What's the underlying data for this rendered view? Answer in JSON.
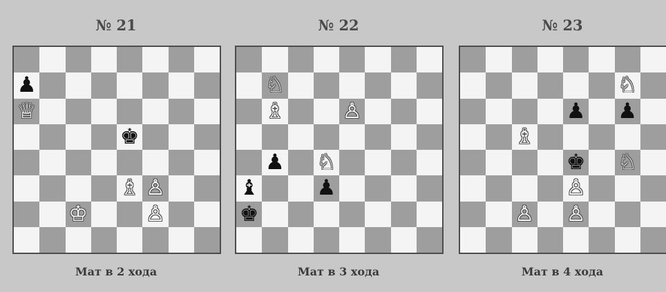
{
  "puzzles": [
    {
      "number": "№ 21",
      "caption": "Мат в 2 хода",
      "pieces": [
        {
          "square": "a7",
          "piece": "black-pawn",
          "glyph": "♟",
          "color": "b"
        },
        {
          "square": "a6",
          "piece": "white-queen",
          "glyph": "♕",
          "color": "w"
        },
        {
          "square": "e5",
          "piece": "black-king",
          "glyph": "♚",
          "color": "b"
        },
        {
          "square": "e3",
          "piece": "white-bishop",
          "glyph": "♗",
          "color": "w"
        },
        {
          "square": "f3",
          "piece": "white-pawn",
          "glyph": "♙",
          "color": "w"
        },
        {
          "square": "c2",
          "piece": "white-king",
          "glyph": "♔",
          "color": "w"
        },
        {
          "square": "f2",
          "piece": "white-pawn",
          "glyph": "♙",
          "color": "w"
        }
      ]
    },
    {
      "number": "№ 22",
      "caption": "Мат в 3 хода",
      "pieces": [
        {
          "square": "b7",
          "piece": "white-knight",
          "glyph": "♘",
          "color": "w"
        },
        {
          "square": "b6",
          "piece": "white-bishop",
          "glyph": "♗",
          "color": "w"
        },
        {
          "square": "e6",
          "piece": "white-pawn",
          "glyph": "♙",
          "color": "w"
        },
        {
          "square": "b4",
          "piece": "black-pawn",
          "glyph": "♟",
          "color": "b"
        },
        {
          "square": "d4",
          "piece": "white-knight",
          "glyph": "♘",
          "color": "w"
        },
        {
          "square": "a3",
          "piece": "black-bishop",
          "glyph": "♝",
          "color": "b"
        },
        {
          "square": "d3",
          "piece": "black-pawn",
          "glyph": "♟",
          "color": "b"
        },
        {
          "square": "a2",
          "piece": "black-king",
          "glyph": "♚",
          "color": "b"
        }
      ]
    },
    {
      "number": "№ 23",
      "caption": "Мат в 4 хода",
      "pieces": [
        {
          "square": "g7",
          "piece": "white-knight",
          "glyph": "♘",
          "color": "w"
        },
        {
          "square": "e6",
          "piece": "black-pawn",
          "glyph": "♟",
          "color": "b"
        },
        {
          "square": "g6",
          "piece": "black-pawn",
          "glyph": "♟",
          "color": "b"
        },
        {
          "square": "c5",
          "piece": "white-bishop",
          "glyph": "♗",
          "color": "w"
        },
        {
          "square": "e4",
          "piece": "black-king",
          "glyph": "♚",
          "color": "b"
        },
        {
          "square": "g4",
          "piece": "white-knight",
          "glyph": "♘",
          "color": "w"
        },
        {
          "square": "e3",
          "piece": "white-pawn",
          "glyph": "♙",
          "color": "w"
        },
        {
          "square": "c2",
          "piece": "white-pawn",
          "glyph": "♙",
          "color": "w"
        },
        {
          "square": "e2",
          "piece": "white-pawn",
          "glyph": "♙",
          "color": "w"
        }
      ]
    }
  ]
}
